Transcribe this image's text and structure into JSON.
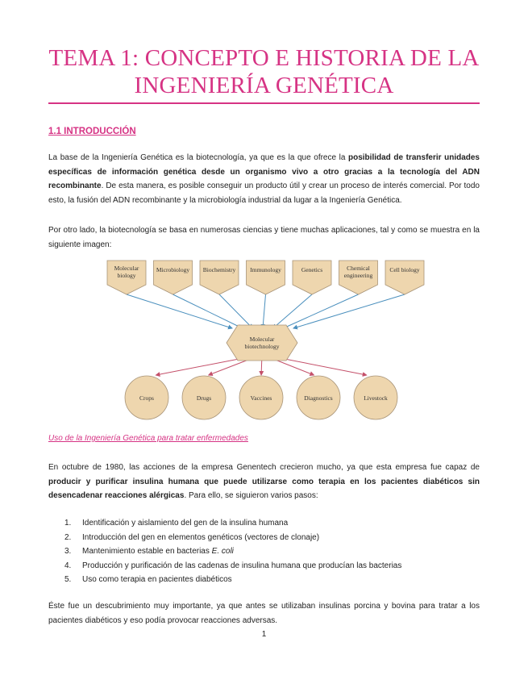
{
  "title_line1": "TEMA 1: CONCEPTO E HISTORIA DE LA",
  "title_line2": "INGENIERÍA GENÉTICA",
  "section": "1.1 INTRODUCCIÓN",
  "p1": {
    "a": "La base de la Ingeniería Genética es la biotecnología, ya que es la que ofrece la ",
    "b": "posibilidad de transferir unidades específicas de información genética desde un organismo vivo a otro gracias a la tecnología del ADN recombinante",
    "c": ". De esta manera, es posible conseguir un producto útil y crear un proceso de interés comercial. Por todo esto, la fusión del ADN recombinante y la microbiología industrial da lugar a la Ingeniería Genética."
  },
  "p2": "Por otro lado, la biotecnología se basa en numerosas ciencias y tiene muchas aplicaciones, tal y como se muestra en la siguiente imagen:",
  "diagram": {
    "sources": [
      [
        "Molecular",
        "biology"
      ],
      [
        "Microbiology"
      ],
      [
        "Biochemistry"
      ],
      [
        "Immunology"
      ],
      [
        "Genetics"
      ],
      [
        "Chemical",
        "engineering"
      ],
      [
        "Cell biology"
      ]
    ],
    "center": [
      "Molecular",
      "biotechnology"
    ],
    "outputs": [
      "Crops",
      "Drugs",
      "Vaccines",
      "Diagnostics",
      "Livestock"
    ],
    "colors": {
      "fill": "#eed6ae",
      "stroke": "#a89478",
      "in_arrow": "#4a8fbd",
      "out_arrow": "#c4506a"
    }
  },
  "link": "Uso de la Ingeniería Genética para tratar enfermedades",
  "p3": {
    "a": "En octubre de 1980, las acciones de la empresa Genentech crecieron mucho, ya que esta empresa fue capaz de ",
    "b": "producir y purificar insulina humana que puede utilizarse como terapia en los pacientes diabéticos sin desencadenar reacciones alérgicas",
    "c": ". Para ello, se siguieron varios pasos:"
  },
  "steps": [
    {
      "num": "1.",
      "text": "Identificación y aislamiento del gen de la insulina humana"
    },
    {
      "num": "2.",
      "text": "Introducción del gen en elementos genéticos (vectores de clonaje)"
    },
    {
      "num": "3.",
      "text": "Mantenimiento estable en bacterias ",
      "em": "E. coli"
    },
    {
      "num": "4.",
      "text": "Producción y purificación de las cadenas de insulina humana que producían las bacterias"
    },
    {
      "num": "5.",
      "text": "Uso como terapia en pacientes diabéticos"
    }
  ],
  "p4": "Éste fue un descubrimiento muy importante, ya que antes se utilizaban insulinas porcina y bovina para tratar a los pacientes diabéticos y eso podía provocar reacciones adversas.",
  "page_number": "1"
}
